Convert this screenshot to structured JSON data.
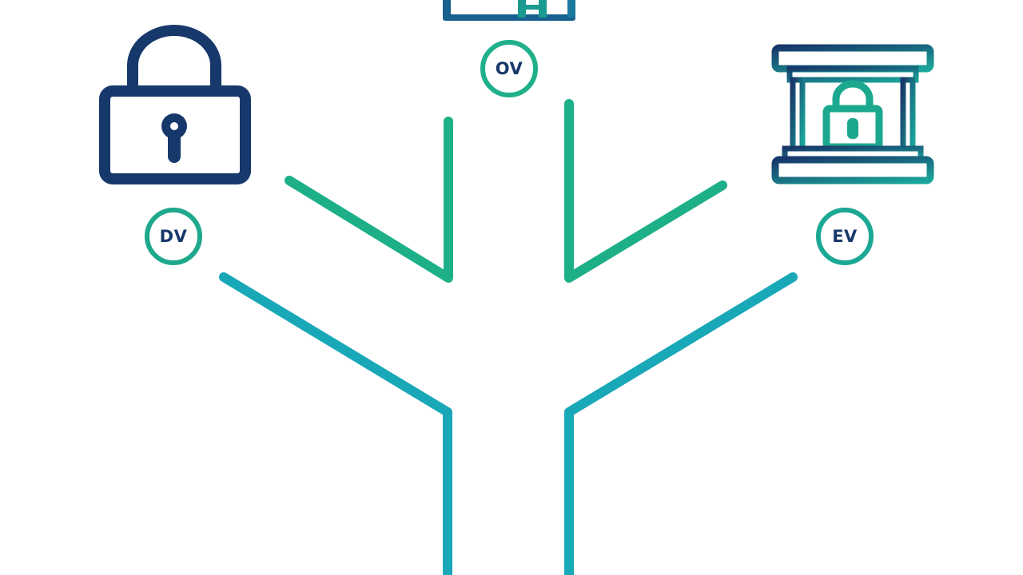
{
  "levels": {
    "dv": {
      "label": "DV",
      "icon": "padlock-icon"
    },
    "ov": {
      "label": "OV",
      "icon": "building-icon"
    },
    "ev": {
      "label": "EV",
      "icon": "bank-lock-icon"
    }
  },
  "colors": {
    "navy": "#17386a",
    "green": "#1fb08a",
    "teal": "#1aa6b4"
  }
}
